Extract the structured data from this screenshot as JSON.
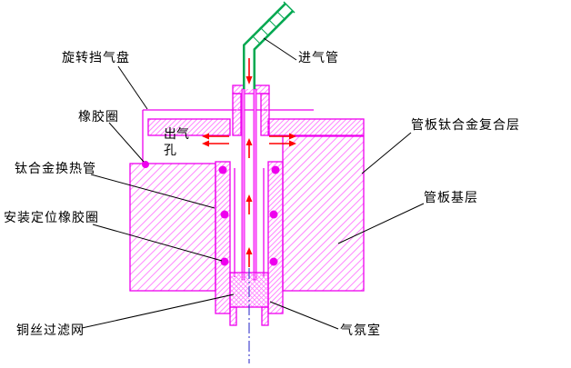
{
  "labels": {
    "rotating_baffle": "旋转挡气盘",
    "inlet_pipe": "进气管",
    "rubber_ring": "橡胶圈",
    "outlet_hole": "出气孔",
    "composite_layer": "管板钛合金复合层",
    "heat_exchange_tube": "钛合金换热管",
    "base_layer": "管板基层",
    "positioning_ring": "安装定位橡胶圈",
    "filter_mesh": "铜丝过滤网",
    "atmosphere_chamber": "气氛室"
  },
  "colors": {
    "outline": "#ee00ee",
    "hatch": "#ff85ff",
    "accent_green": "#00a850",
    "arrow_red": "#ff0000",
    "centerline_blue": "#3434cc",
    "label_text": "#000000",
    "leader_line": "#000000"
  }
}
